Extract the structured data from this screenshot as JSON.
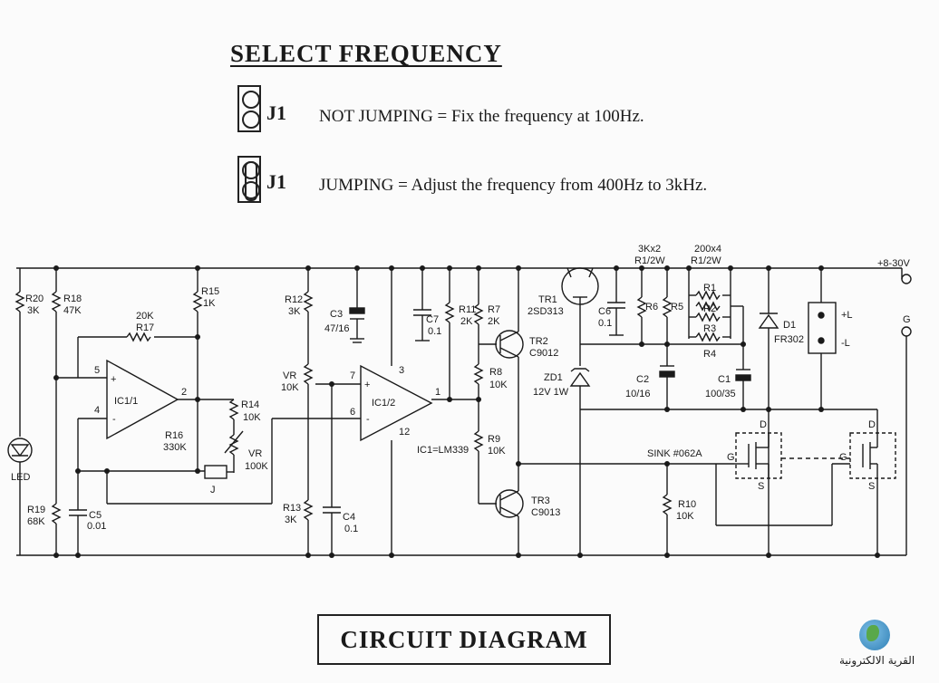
{
  "header": {
    "title": "SELECT FREQUENCY"
  },
  "jumpers": [
    {
      "label": "J1",
      "description": "NOT JUMPING = Fix the frequency at 100Hz."
    },
    {
      "label": "J1",
      "description": "JUMPING = Adjust the frequency from 400Hz to 3kHz."
    }
  ],
  "circuit": {
    "supply": "+8-30V",
    "ground": "G",
    "load_pos": "+L",
    "load_neg": "-L",
    "ic_note": "IC1=LM339",
    "sink": "SINK #062A",
    "led": "LED",
    "jumper": "J",
    "resistor_groups": {
      "parallel_small": "3Kx2",
      "parallel_small_rating": "R1/2W",
      "parallel_big": "200x4",
      "parallel_big_rating": "R1/2W"
    },
    "labels": {
      "r20": "R20",
      "r20v": "3K",
      "r18": "R18",
      "r18v": "47K",
      "r17": "R17",
      "r17v": "20K",
      "r15": "R15",
      "r15v": "1K",
      "r14": "R14",
      "r14v": "10K",
      "r16": "R16",
      "r16v": "330K",
      "vr1": "VR",
      "vr1v": "100K",
      "r19": "R19",
      "r19v": "68K",
      "c5": "C5",
      "c5v": "0.01",
      "r12": "R12",
      "r12v": "3K",
      "c3": "C3",
      "c3v": "47/16",
      "c7": "C7",
      "c7v": "0.1",
      "vr2": "VR",
      "vr2v": "10K",
      "r13": "R13",
      "r13v": "3K",
      "c4": "C4",
      "c4v": "0.1",
      "r11": "R11",
      "r11v": "2K",
      "r7": "R7",
      "r7v": "2K",
      "r8": "R8",
      "r8v": "10K",
      "r9": "R9",
      "r9v": "10K",
      "tr1": "TR1",
      "tr1v": "2SD313",
      "tr2": "TR2",
      "tr2v": "C9012",
      "tr3": "TR3",
      "tr3v": "C9013",
      "zd1": "ZD1",
      "zd1v": "12V 1W",
      "c6": "C6",
      "c6v": "0.1",
      "r6": "R6",
      "r5": "R5",
      "r1": "R1",
      "r2": "R2",
      "r3": "R3",
      "r4": "R4",
      "c2": "C2",
      "c2v": "10/16",
      "c1": "C1",
      "c1v": "100/35",
      "d1": "D1",
      "d1v": "FR302",
      "r10": "R10",
      "r10v": "10K",
      "ic1a": "IC1/1",
      "ic1b": "IC1/2",
      "pin5": "5",
      "pin4": "4",
      "pin2": "2",
      "pin7": "7",
      "pin6": "6",
      "pin3": "3",
      "pin12": "12",
      "pin1": "1",
      "plus": "+",
      "minus": "-",
      "gd": "D",
      "gg": "G",
      "gs": "S"
    }
  },
  "footer": {
    "title": "CIRCUIT DIAGRAM"
  },
  "logo": {
    "caption": "القرية الالكترونية"
  }
}
